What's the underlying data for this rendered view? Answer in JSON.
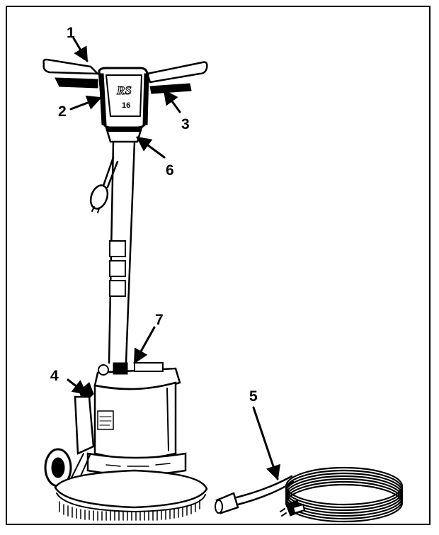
{
  "callouts": [
    {
      "number": "1"
    },
    {
      "number": "2"
    },
    {
      "number": "3"
    },
    {
      "number": "4"
    },
    {
      "number": "5"
    },
    {
      "number": "6"
    },
    {
      "number": "7"
    }
  ],
  "machine_badge": {
    "model": "RS",
    "size": "16"
  }
}
